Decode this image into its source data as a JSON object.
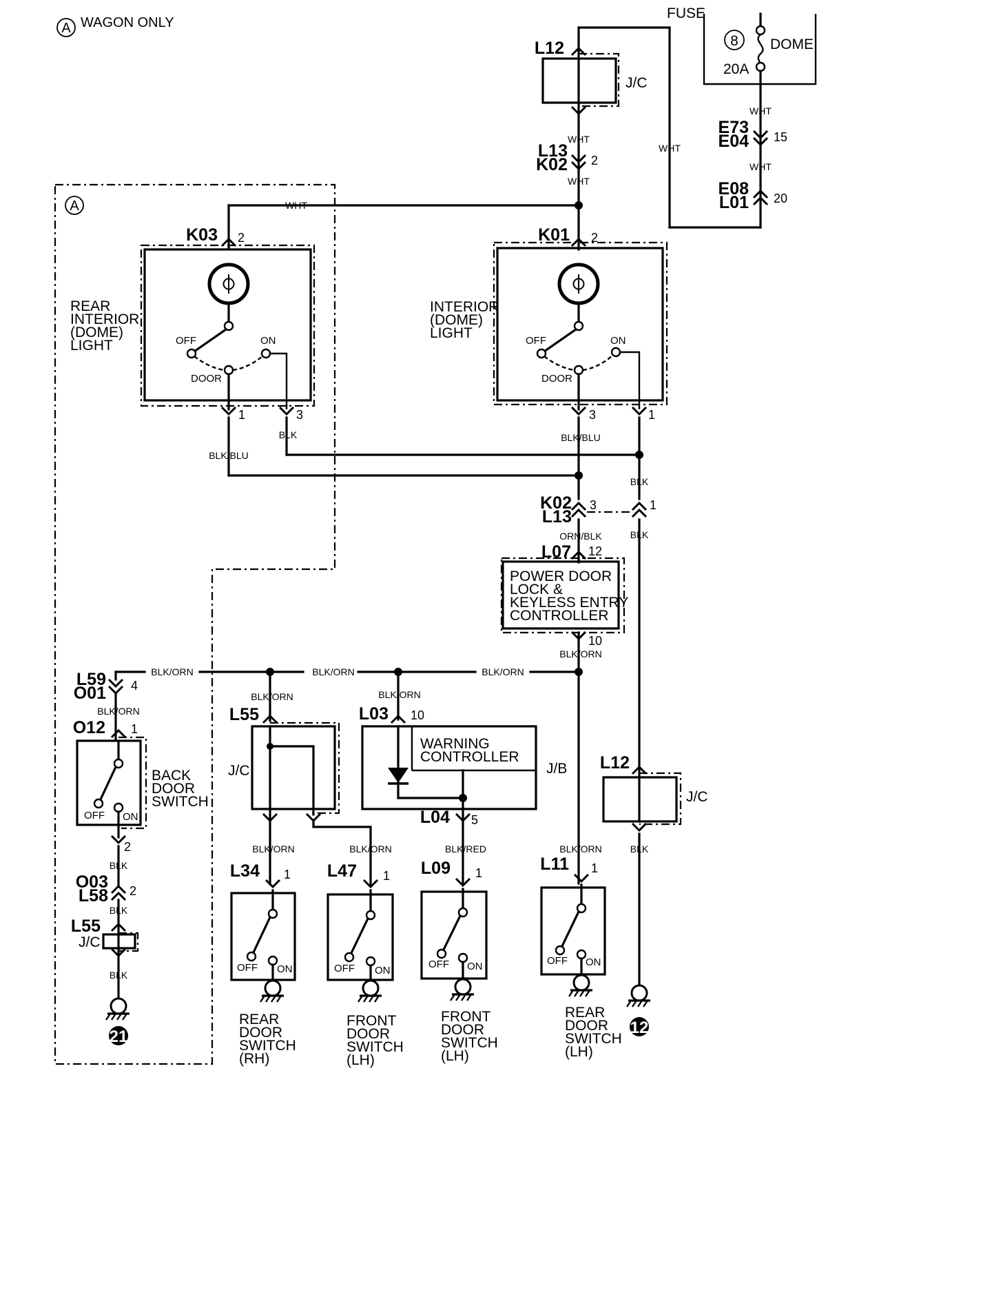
{
  "legend": {
    "marker": "A",
    "text": "WAGON ONLY"
  },
  "fuse": {
    "title": "FUSE",
    "number": "8",
    "name": "DOME",
    "rating": "20A"
  },
  "connectors": {
    "l12_top": "L12",
    "jc": "J/C",
    "l13": "L13",
    "k02": "K02",
    "e73": "E73",
    "e04": "E04",
    "e08": "E08",
    "l01": "L01",
    "k03": "K03",
    "k01": "K01",
    "k02b": "K02",
    "l13b": "L13",
    "l07": "L07",
    "l59": "L59",
    "o01": "O01",
    "o12": "O12",
    "l55": "L55",
    "l03": "L03",
    "l04": "L04",
    "jb": "J/B",
    "l12_bottom": "L12",
    "o03": "O03",
    "l58": "L58",
    "l55b": "L55",
    "l34": "L34",
    "l47": "L47",
    "l09": "L09",
    "l11": "L11"
  },
  "pins": {
    "l13k02": "2",
    "e73e04": "15",
    "e08l01": "20",
    "k03_top": "2",
    "k03_b1": "1",
    "k03_b3": "3",
    "k01_top": "2",
    "k01_b3": "3",
    "k01_b1": "1",
    "k02l13_a": "3",
    "k02l13_b": "1",
    "l07_top": "12",
    "l07_bot": "10",
    "l59o01": "4",
    "o12_top": "1",
    "o12_bot": "2",
    "o03l58": "2",
    "l03": "10",
    "l04": "5",
    "l34": "1",
    "l47": "1",
    "l09": "1",
    "l11": "1"
  },
  "wires": {
    "wht": "WHT",
    "blk": "BLK",
    "blkblu": "BLK/BLU",
    "orn_blk": "ORN/BLK",
    "blk_orn": "BLK/ORN",
    "blk_red": "BLK/RED"
  },
  "components": {
    "rear_light": [
      "REAR",
      "INTERIOR",
      "(DOME)",
      "LIGHT"
    ],
    "interior_light": [
      "INTERIOR",
      "(DOME)",
      "LIGHT"
    ],
    "controller": [
      "POWER DOOR",
      "LOCK &",
      "KEYLESS ENTRY",
      "CONTROLLER"
    ],
    "warning": [
      "WARNING",
      "CONTROLLER"
    ],
    "back_door_switch": [
      "BACK",
      "DOOR",
      "SWITCH"
    ],
    "rr_door_switch": [
      "REAR",
      "DOOR",
      "SWITCH",
      "(RH)"
    ],
    "fl_door_switch_a": [
      "FRONT",
      "DOOR",
      "SWITCH",
      "(LH)"
    ],
    "fl_door_switch_b": [
      "FRONT",
      "DOOR",
      "SWITCH",
      "(LH)"
    ],
    "rl_door_switch": [
      "REAR",
      "DOOR",
      "SWITCH",
      "(LH)"
    ]
  },
  "switch_states": {
    "off": "OFF",
    "on": "ON",
    "door": "DOOR"
  },
  "grounds": {
    "g21": "21",
    "g12": "12"
  }
}
